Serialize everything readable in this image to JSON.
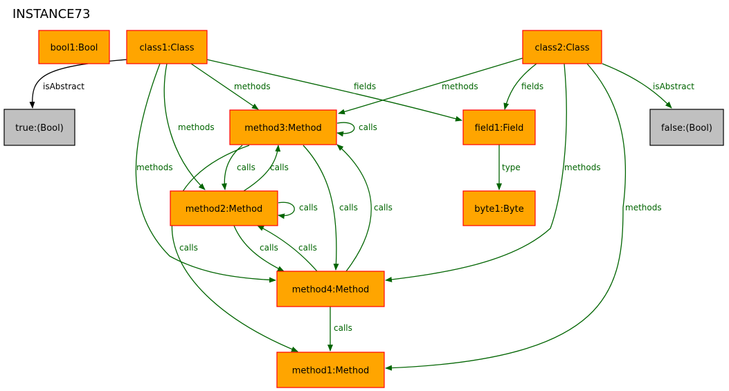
{
  "title": "INSTANCE73",
  "colors": {
    "object_fill": "#ffa500",
    "object_stroke": "#ff0000",
    "value_fill": "#c0c0c0",
    "value_stroke": "#000000",
    "green_edge": "#006400",
    "black_edge": "#000000"
  },
  "nodes": {
    "bool1": "bool1:Bool",
    "class1": "class1:Class",
    "class2": "class2:Class",
    "true": "true:(Bool)",
    "false": "false:(Bool)",
    "method3": "method3:Method",
    "field1": "field1:Field",
    "method2": "method2:Method",
    "byte1": "byte1:Byte",
    "method4": "method4:Method",
    "method1": "method1:Method"
  },
  "edges": [
    {
      "from": "class1",
      "to": "true",
      "label": "isAbstract"
    },
    {
      "from": "class1",
      "to": "method3",
      "label": "methods"
    },
    {
      "from": "class1",
      "to": "field1",
      "label": "fields"
    },
    {
      "from": "class1",
      "to": "method2",
      "label": "methods"
    },
    {
      "from": "class1",
      "to": "method4",
      "label": "methods"
    },
    {
      "from": "class2",
      "to": "method3",
      "label": "methods"
    },
    {
      "from": "class2",
      "to": "field1",
      "label": "fields"
    },
    {
      "from": "class2",
      "to": "false",
      "label": "isAbstract"
    },
    {
      "from": "class2",
      "to": "method4",
      "label": "methods"
    },
    {
      "from": "class2",
      "to": "method1",
      "label": "methods"
    },
    {
      "from": "method3",
      "to": "method3",
      "label": "calls"
    },
    {
      "from": "method3",
      "to": "method2",
      "label": "calls"
    },
    {
      "from": "method2",
      "to": "method3",
      "label": "calls"
    },
    {
      "from": "method3",
      "to": "method4",
      "label": "calls"
    },
    {
      "from": "method4",
      "to": "method3",
      "label": "calls"
    },
    {
      "from": "method3",
      "to": "method1",
      "label": "calls"
    },
    {
      "from": "method2",
      "to": "method2",
      "label": "calls"
    },
    {
      "from": "method2",
      "to": "method4",
      "label": "calls"
    },
    {
      "from": "method4",
      "to": "method2",
      "label": "calls"
    },
    {
      "from": "method4",
      "to": "method1",
      "label": "calls"
    },
    {
      "from": "field1",
      "to": "byte1",
      "label": "type"
    }
  ]
}
